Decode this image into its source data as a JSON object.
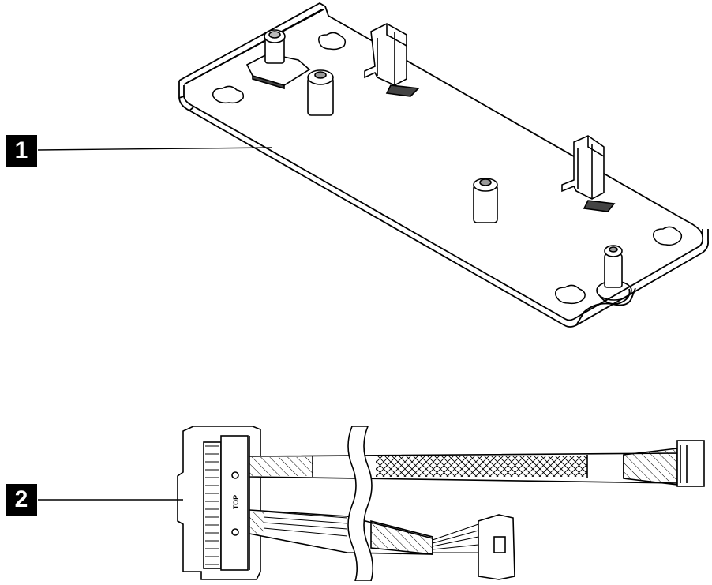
{
  "callouts": [
    {
      "number": "1"
    },
    {
      "number": "2"
    }
  ],
  "connector_marking": "TOP",
  "colors": {
    "line": "#000000",
    "background": "#ffffff",
    "callout_fill": "#000000",
    "callout_text": "#ffffff"
  }
}
